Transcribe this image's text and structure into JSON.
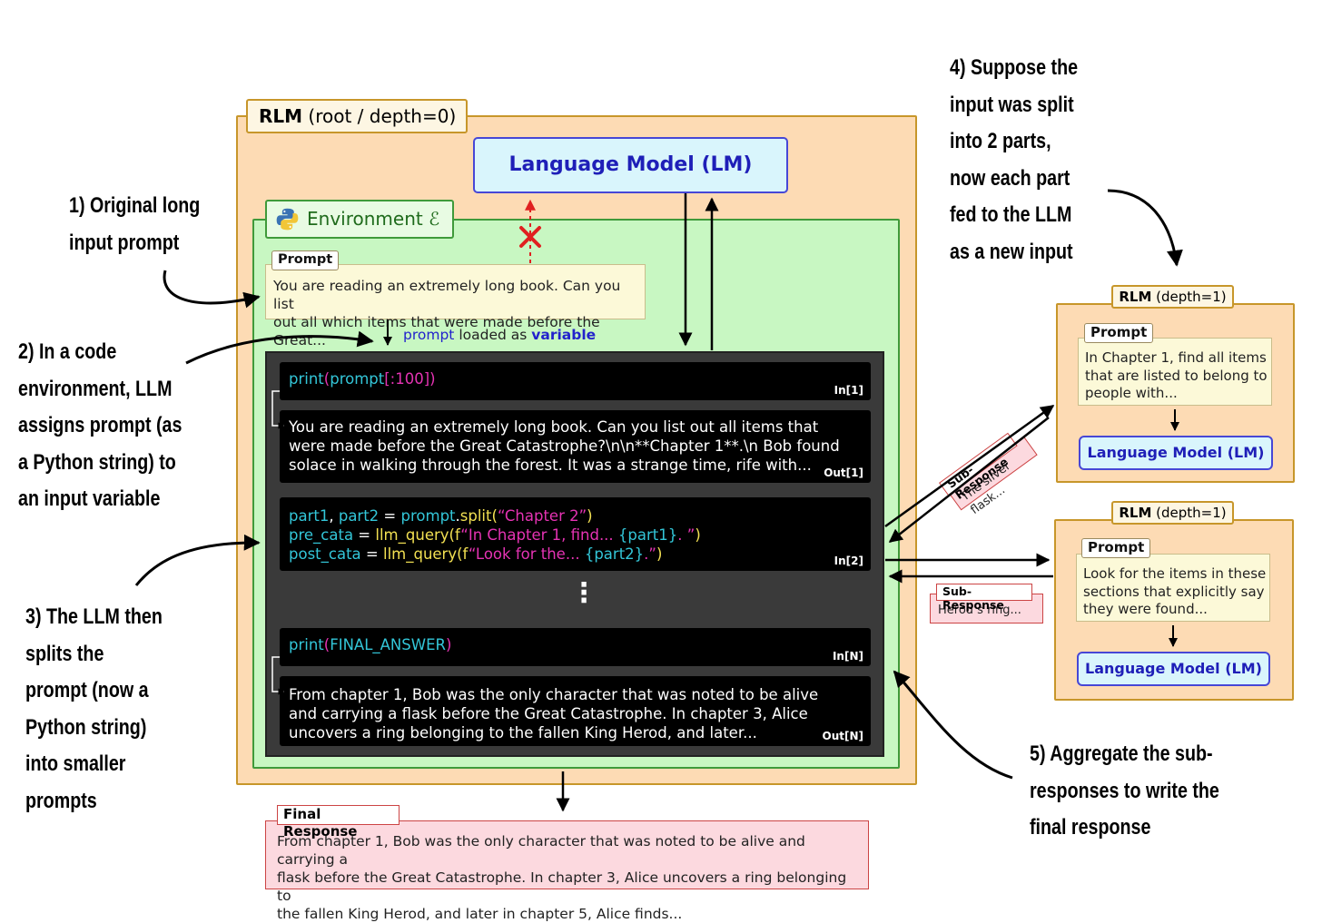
{
  "annotations": {
    "step1": [
      "1) Original long",
      "input prompt"
    ],
    "step2": [
      "2) In a code",
      "environment, LLM",
      "assigns prompt (as",
      "a Python string) to",
      "an input variable"
    ],
    "step3": [
      "3) The LLM then",
      "splits the",
      "prompt (now a",
      "Python string)",
      "into smaller",
      "prompts"
    ],
    "step4": [
      "4) Suppose the",
      "input was split",
      "into 2 parts,",
      "now each part",
      "fed to the LLM",
      "as a new input"
    ],
    "step5": [
      "5) Aggregate the sub-",
      "responses to write the",
      "final response"
    ]
  },
  "root_rlm": {
    "title_bold": "RLM",
    "title_rest": "(root / depth=0)",
    "lm_label": "Language Model (LM)"
  },
  "environment": {
    "label": "Environment ℰ",
    "prompt_label": "Prompt",
    "prompt_lines": [
      "You are reading an extremely long book. Can you list",
      "out all which items that were made before the Great..."
    ],
    "loaded_note": {
      "prompt_word": "prompt",
      "middle": "loaded as",
      "variable_word": "variable"
    }
  },
  "notebook": {
    "cell1": {
      "fn": "print",
      "open": "(",
      "var": "prompt",
      "slice": "[:100]",
      "close": ")",
      "tag": "In[1]"
    },
    "out1": {
      "lines": [
        "You are reading an extremely long book. Can you list out all items that",
        "were made before the Great Catastrophe?\\n\\n**Chapter 1**.\\n Bob found",
        "solace in walking through the forest. It was a strange time, rife with..."
      ],
      "tag": "Out[1]"
    },
    "cell2": {
      "l1": {
        "a": "part1",
        "comma": ", ",
        "b": "part2",
        "eq": " = ",
        "obj": "prompt",
        "dot": ".",
        "method": "split",
        "open": "(",
        "str": "“Chapter 2”",
        "close": ")"
      },
      "l2": {
        "a": "pre_cata",
        "eq": " = ",
        "fn": "llm_query",
        "open": "(",
        "f": "f",
        "str1": "“In Chapter 1, find... ",
        "brace": "{part1}",
        "str2": ". ”",
        "close": ")"
      },
      "l3": {
        "a": "post_cata",
        "eq": " = ",
        "fn": "llm_query",
        "open": "(",
        "f": "f",
        "str1": "“Look for the... ",
        "brace": "{part2}",
        "str2": ".”",
        "close": ")"
      },
      "tag": "In[2]"
    },
    "ellipsis": "⋮",
    "cellN": {
      "fn": "print",
      "open": "(",
      "var": "FINAL_ANSWER",
      "close": ")",
      "tag": "In[N]"
    },
    "outN": {
      "lines": [
        "From chapter 1, Bob was the only character that was noted to be alive",
        "and carrying a flask before the Great Catastrophe. In chapter 3, Alice",
        "uncovers a ring belonging to the fallen King Herod, and later..."
      ],
      "tag": "Out[N]"
    }
  },
  "sub_response_1": {
    "label": "Sub-Response",
    "text": "The silver flask..."
  },
  "sub_response_2": {
    "label": "Sub-Response",
    "text": "Herod’s ring..."
  },
  "rlm_child_1": {
    "title_bold": "RLM",
    "title_rest": "(depth=1)",
    "prompt_label": "Prompt",
    "prompt_lines": [
      "In Chapter 1, find all items",
      "that are listed to belong to",
      "people with..."
    ],
    "lm_label": "Language Model (LM)"
  },
  "rlm_child_2": {
    "title_bold": "RLM",
    "title_rest": "(depth=1)",
    "prompt_label": "Prompt",
    "prompt_lines": [
      "Look for the items in these",
      "sections that explicitly say",
      "they were found..."
    ],
    "lm_label": "Language Model (LM)"
  },
  "final_response": {
    "label": "Final Response",
    "lines": [
      "From chapter 1, Bob was the only character that was noted to be alive and carrying a",
      "flask before the Great Catastrophe. In chapter 3, Alice uncovers a ring belonging to",
      "the fallen King Herod, and later in chapter 5, Alice finds..."
    ]
  },
  "colors": {
    "rlm_fill": "#fddbb4",
    "rlm_border": "#c7962a",
    "env_fill": "#c8f7c2",
    "env_border": "#3f9a3a",
    "lm_fill": "#d9f5fc",
    "lm_text": "#1f1fb8",
    "sub_response_fill": "#fcd9df",
    "notebook_bg": "#3a3a3a",
    "code_teal": "#33c6d8",
    "code_magenta": "#e533b3",
    "code_yellow": "#f2e052",
    "blocked_x": "#e02020"
  },
  "icons": {
    "environment": "python-logo-icon",
    "blocked": "red-x-icon"
  }
}
